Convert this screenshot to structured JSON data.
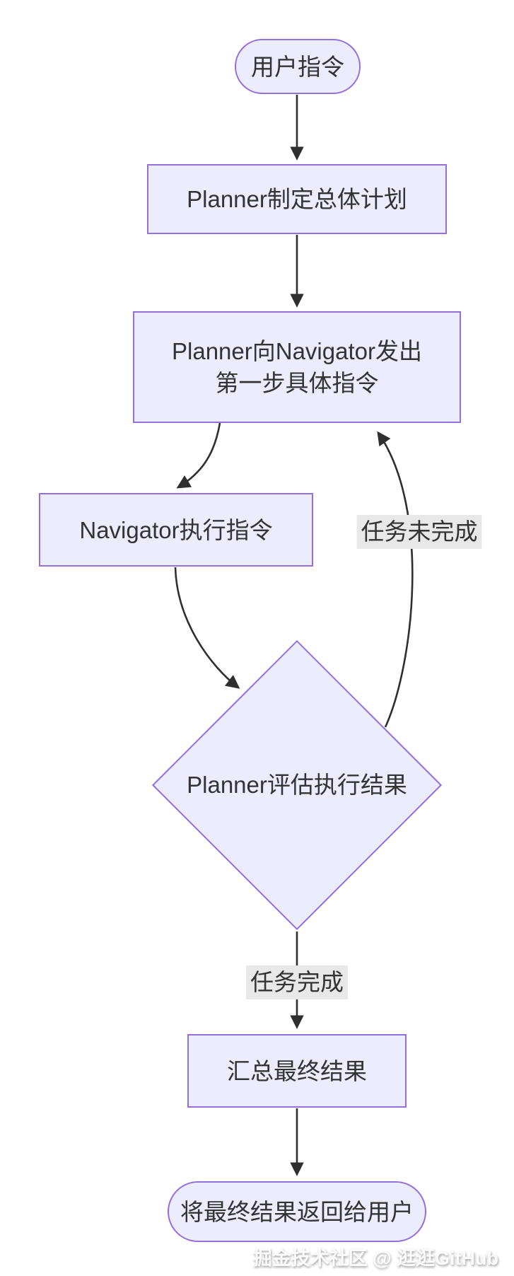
{
  "diagram": {
    "title": "Planner-Navigator task loop flowchart",
    "nodes": {
      "start": {
        "label": "用户指令",
        "shape": "stadium"
      },
      "plan": {
        "label": "Planner制定总体计划",
        "shape": "rect"
      },
      "instruct": {
        "label": "Planner向Navigator发出\n第一步具体指令",
        "shape": "rect"
      },
      "navigate": {
        "label": "Navigator执行指令",
        "shape": "rect"
      },
      "evaluate": {
        "label": "Planner评估执行结果",
        "shape": "diamond"
      },
      "summarize": {
        "label": "汇总最终结果",
        "shape": "rect"
      },
      "finish": {
        "label": "将最终结果返回给用户",
        "shape": "stadium"
      }
    },
    "edges": [
      {
        "from": "start",
        "to": "plan",
        "label": ""
      },
      {
        "from": "plan",
        "to": "instruct",
        "label": ""
      },
      {
        "from": "instruct",
        "to": "navigate",
        "label": ""
      },
      {
        "from": "navigate",
        "to": "evaluate",
        "label": ""
      },
      {
        "from": "evaluate",
        "to": "instruct",
        "label": "任务未完成"
      },
      {
        "from": "evaluate",
        "to": "summarize",
        "label": "任务完成"
      },
      {
        "from": "summarize",
        "to": "finish",
        "label": ""
      }
    ],
    "edge_labels": {
      "not_done": "任务未完成",
      "done": "任务完成"
    },
    "colors": {
      "node_fill": "#ECECFF",
      "node_border": "#9370DB",
      "node_text": "#333333",
      "edge_stroke": "#2F2F2F",
      "edge_label_bg": "#E8E8E8",
      "background": "#FFFFFF"
    }
  },
  "watermark": {
    "text": "掘金技术社区 @ 逛逛GitHub"
  }
}
